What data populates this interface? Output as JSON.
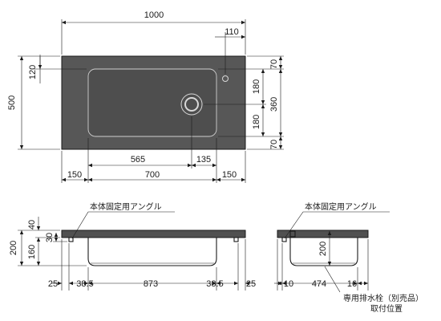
{
  "top_view": {
    "width_total": "1000",
    "overflow_offset": "110",
    "depth_total": "500",
    "back_margin": "120",
    "right_dims": [
      "70",
      "180",
      "180",
      "70"
    ],
    "bowl_depth": "360",
    "drain_offset": "565",
    "drain_to_edge": "135",
    "left_margin": "150",
    "bowl_width": "700",
    "right_margin": "150"
  },
  "front_view": {
    "angle_label": "本体固定用アングル",
    "height_total": "200",
    "top_part": "40",
    "bowl_height": "160",
    "angle_height": "30",
    "bottom_dims": [
      "25",
      "38.5",
      "873",
      "38.5",
      "25"
    ]
  },
  "side_view": {
    "angle_label": "本体固定用アングル",
    "bowl_height": "200",
    "bottom_dims": [
      "10",
      "474",
      "16"
    ],
    "drain_note_line1": "専用排水栓（別売品）",
    "drain_note_line2": "取付位置"
  },
  "colors": {
    "panel": "#575757",
    "line": "#1a1a1a",
    "bowl_outline": "#cfcfcf"
  }
}
